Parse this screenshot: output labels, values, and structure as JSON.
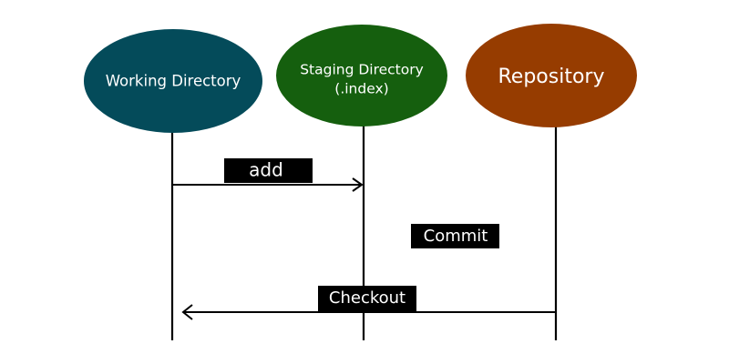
{
  "nodes": {
    "working": {
      "label": "Working Directory",
      "color": "#044b5a"
    },
    "staging": {
      "line1": "Staging Directory",
      "line2": "(.index)",
      "color": "#155f0e"
    },
    "repository": {
      "label": "Repository",
      "color": "#963c00"
    }
  },
  "actions": {
    "add": "add",
    "commit": "Commit",
    "checkout": "Checkout"
  },
  "colors": {
    "line": "#000000",
    "tag_bg": "#000000",
    "tag_text": "#ffffff"
  }
}
